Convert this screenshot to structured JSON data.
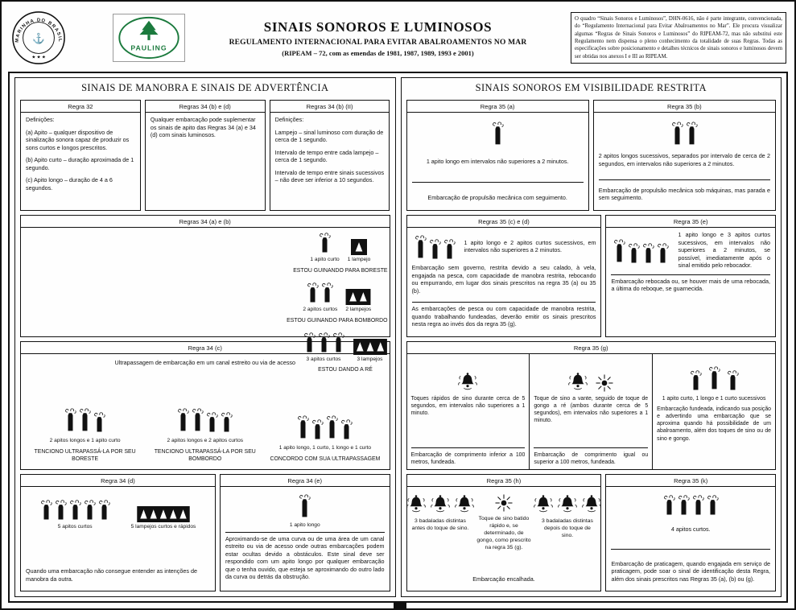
{
  "header": {
    "navy_text": "MARINHA DO BRASIL",
    "navy_stars": "★ ★ ★",
    "navy_center": "⚓",
    "pauling_text": "PAULING",
    "title": "SINAIS SONOROS E LUMINOSOS",
    "subtitle": "REGULAMENTO INTERNACIONAL PARA EVITAR ABALROAMENTOS NO MAR",
    "edition": "(RIPEAM – 72, com as emendas de 1981, 1987, 1989, 1993 e 2001)",
    "notice": "O quadro “Sinais Sonoros e Luminosos”, DHN-0616, não é parte integrante, convencionada, do “Regulamento Internacional para Evitar Abalroamentos no Mar”. Ele procura visualizar algumas “Regras de Sinais Sonoros e Luminosos” do RIPEAM-72, mas não substitui este Regulamento nem dispensa o pleno conhecimento da totalidade de suas Regras. Todas as especificações sobre posicionamento e detalhes técnicos de sinais sonoros e luminosos devem ser obtidas nos anexos I e III ao RIPEAM."
  },
  "left": {
    "title": "SINAIS DE MANOBRA E SINAIS DE ADVERTÊNCIA",
    "regra32": {
      "header": "Regra 32",
      "lines": [
        "Definições:",
        "(a) Apito – qualquer dispositivo de sinalização sonora capaz de produzir os sons curtos e longos prescritos.",
        "(b) Apito curto – duração aproximada de 1 segundo.",
        "(c) Apito longo – duração de 4 a 6 segundos."
      ]
    },
    "regra34bd": {
      "header": "Regras 34 (b) e (d)",
      "lines": [
        "Qualquer embarcação pode suplementar os sinais de apito das Regras 34 (a) e 34 (d) com sinais luminosos."
      ]
    },
    "regra34bII": {
      "header": "Regras 34 (b) (II)",
      "lines": [
        "Definições:",
        "Lampejo – sinal luminoso com duração de cerca de 1 segundo.",
        "Intervalo de tempo entre cada lampejo – cerca de 1 segundo.",
        "Intervalo de tempo entre sinais sucessivos – não deve ser inferior a 10 segundos."
      ]
    },
    "regra34ab": {
      "header": "Regras 34 (a) e (b)",
      "groups": [
        {
          "whistles": [
            "whistle"
          ],
          "flash": [
            "flash1"
          ],
          "label_whistle": "1 apito curto",
          "label_flash": "1 lampejo",
          "meaning": "ESTOU GUINANDO PARA BORESTE"
        },
        {
          "whistles": [
            "whistle",
            "whistle"
          ],
          "flash": [
            "flash2"
          ],
          "label_whistle": "2 apitos curtos",
          "label_flash": "2 lampejos",
          "meaning": "ESTOU GUINANDO PARA BOMBORDO"
        },
        {
          "whistles": [
            "whistle",
            "whistle",
            "whistle"
          ],
          "flash": [
            "flash3"
          ],
          "label_whistle": "3 apitos curtos",
          "label_flash": "3 lampejos",
          "meaning": "ESTOU DANDO A RÉ"
        }
      ]
    },
    "regra34c": {
      "header": "Regra 34 (c)",
      "subtitle": "Ultrapassagem de embarcação em um canal estreito ou via de acesso",
      "groups": [
        {
          "whistles": [
            "whistleL",
            "whistleL",
            "whistle"
          ],
          "label": "2 apitos longos e 1 apito curto",
          "meaning": "TENCIONO ULTRAPASSÁ-LA POR SEU BORESTE"
        },
        {
          "whistles": [
            "whistleL",
            "whistleL",
            "whistle",
            "whistle"
          ],
          "label": "2 apitos longos e 2 apitos curtos",
          "meaning": "TENCIONO ULTRAPASSÁ-LA POR SEU BOMBORDO"
        },
        {
          "whistles": [
            "whistleL",
            "whistle",
            "whistleL",
            "whistle"
          ],
          "label": "1 apito longo, 1 curto, 1 longo e 1 curto",
          "meaning": "CONCORDO COM SUA ULTRAPASSAGEM"
        }
      ]
    },
    "regra34d": {
      "header": "Regra 34 (d)",
      "whistles": [
        "whistle",
        "whistle",
        "whistle",
        "whistle",
        "whistle"
      ],
      "flash": [
        "flash5"
      ],
      "label_whistle": "5 apitos curtos",
      "label_flash": "5 lampejos curtos e rápidos",
      "caption": "Quando uma embarcação não consegue entender as intenções de manobra da outra."
    },
    "regra34e": {
      "header": "Regra 34 (e)",
      "whistles": [
        "whistleL"
      ],
      "label": "1 apito longo",
      "body": "Aproximando-se de uma curva ou de uma área de um canal estreito ou via de acesso onde outras embarcações podem estar ocultas devido a obstáculos. Este sinal deve ser respondido com um apito longo por qualquer embarcação que o tenha ouvido, que esteja se aproximando do outro lado da curva ou detrás da obstrução."
    }
  },
  "right": {
    "title": "SINAIS SONOROS EM VISIBILIDADE RESTRITA",
    "regra35a": {
      "header": "Regra 35 (a)",
      "whistles": [
        "whistleL"
      ],
      "signal": "1 apito longo em intervalos não superiores a 2 minutos.",
      "meaning": "Embarcação de propulsão mecânica com seguimento."
    },
    "regra35b": {
      "header": "Regra 35 (b)",
      "whistles": [
        "whistleL",
        "whistleL"
      ],
      "signal": "2 apitos longos sucessivos, separados por intervalo de cerca de 2 segundos, em intervalos não superiores a 2 minutos.",
      "meaning": "Embarcação de propulsão mecânica sob máquinas, mas parada e sem seguimento."
    },
    "regra35cd": {
      "header": "Regras 35 (c) e (d)",
      "whistles": [
        "whistleL",
        "whistle",
        "whistle"
      ],
      "signal": "1 apito longo e 2 apitos curtos sucessivos, em intervalos não superiores a 2 minutos.",
      "meaning": "Embarcação sem governo, restrita devido a seu calado, à vela, engajada na pesca, com capacidade de manobra restrita, rebocando ou empurrando, em lugar dos sinais prescritos na regra 35 (a) ou 35 (b).",
      "note": "As embarcações de pesca ou com capacidade de manobra restrita, quando trabalhando fundeadas, deverão emitir os sinais prescritos nesta regra ao invés dos da regra 35 (g)."
    },
    "regra35e": {
      "header": "Regra 35 (e)",
      "whistles": [
        "whistleL",
        "whistle",
        "whistle",
        "whistle"
      ],
      "signal": "1 apito longo e 3 apitos curtos sucessivos, em intervalos não superiores a 2 minutos, se possível, imediatamente após o sinal emitido pelo rebocador.",
      "meaning": "Embarcação rebocada ou, se houver mais de uma rebocada, a última do reboque, se guarnecida."
    },
    "regra35g": {
      "header": "Regra 35 (g)",
      "cols": [
        {
          "icons": [
            "bell"
          ],
          "signal": "Toques rápidos de sino durante cerca de 5 segundos, em intervalos não superiores a 1 minuto.",
          "meaning": "Embarcação de comprimento inferior a 100 metros, fundeada."
        },
        {
          "icons": [
            "bell",
            "gong"
          ],
          "signal": "Toque de sino a vante, seguido de toque de gongo a ré (ambos durante cerca de 5 segundos), em intervalos não superiores a 1 minuto.",
          "meaning": "Embarcação de comprimento igual ou superior a 100 metros, fundeada."
        },
        {
          "icons": [
            "whistle",
            "whistleL",
            "whistle"
          ],
          "signal": "1 apito curto, 1 longo e 1 curto sucessivos",
          "meaning": "Embarcação fundeada, indicando sua posição e advertindo uma embarcação que se aproxima quando há possibilidade de um abalroamento, além dos toques de sino ou de sino e gongo."
        }
      ]
    },
    "regra35h": {
      "header": "Regra 35 (h)",
      "groups": [
        {
          "icons": [
            "bell",
            "bell",
            "bell"
          ],
          "caption": "3 badaladas distintas antes do toque de sino."
        },
        {
          "icons": [
            "gong"
          ],
          "caption": "Toque de sino batido rápido e, se determinado, de gongo, como prescrito na regra 35 (g)."
        },
        {
          "icons": [
            "bell",
            "bell",
            "bell"
          ],
          "caption": "3 badaladas distintas depois do toque de sino."
        }
      ],
      "bottom": "Embarcação encalhada."
    },
    "regra35k": {
      "header": "Regra 35 (k)",
      "whistles": [
        "whistle",
        "whistle",
        "whistle",
        "whistle"
      ],
      "label": "4 apitos curtos.",
      "meaning": "Embarcação de praticagem, quando engajada em serviço de praticagem, pode soar o sinal de identificação desta Regra, além dos sinais prescritos nas Regras 35 (a), (b) ou (g)."
    }
  }
}
